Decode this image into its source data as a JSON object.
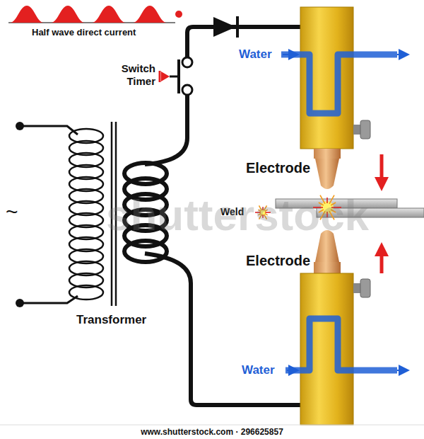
{
  "diagram": {
    "labels": [
      "Half wave direct current",
      "Switch Timer",
      "Water",
      "Water",
      "Electrode",
      "Electrode",
      "Weld",
      "Transformer",
      "~",
      "shutterstock",
      "www.shutterstock.com · 296625857"
    ]
  }
}
